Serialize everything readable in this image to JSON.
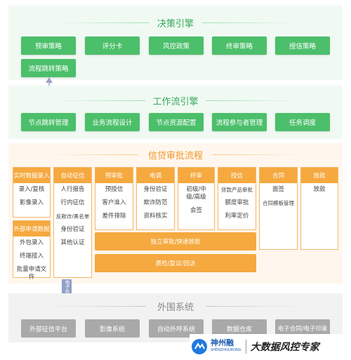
{
  "decision": {
    "title": "决策引擎",
    "items": [
      "预审策略",
      "评分卡",
      "风控政策",
      "终审策略",
      "授信策略",
      "流程跳转策略"
    ]
  },
  "workflow": {
    "title": "工作流引擎",
    "items": [
      "节点跳转管理",
      "业务流程设计",
      "节点资源配置",
      "流程参与者管理",
      "任务调度"
    ]
  },
  "credit": {
    "title": "信贷审批流程",
    "columns": [
      {
        "head": "实时数据录入",
        "items": [
          "录入/复核",
          "影像录入"
        ]
      },
      {
        "head": "外部申请数据",
        "items": [
          "外包录入",
          "终端接入",
          "批量申请文件"
        ]
      },
      {
        "head": "自动征信",
        "items": [
          "人行报告",
          "行内征信",
          "反欺诈/黑名单",
          "身份验证",
          "其他认证"
        ]
      },
      {
        "head": "预审批",
        "items": [
          "预授信",
          "客户准入",
          "差件排除"
        ]
      },
      {
        "head": "电调",
        "items": [
          "身份验证",
          "欺诈防范",
          "资料核实"
        ]
      },
      {
        "head": "终审",
        "items": [
          "初级/中级/高级",
          "会签"
        ]
      },
      {
        "head": "授信",
        "items": [
          "贷款产品审批",
          "额度审批",
          "利率定价"
        ]
      },
      {
        "head": "合同",
        "items": [
          "面签",
          "合同模板管理"
        ]
      },
      {
        "head": "放款",
        "items": [
          "放款"
        ]
      }
    ],
    "bars": [
      "独立审批/快速放款",
      "质检/复议/回访"
    ],
    "arrow_label": "电子化数据对接"
  },
  "external": {
    "title": "外围系统",
    "items": [
      "外部征信平台",
      "影像系统",
      "自动外呼系统",
      "数据仓库",
      "电子合同/电子印章"
    ]
  },
  "brand": {
    "name": "神州融",
    "sub": "SHENZHOURONG",
    "slogan": "大数据风控专家"
  },
  "colors": {
    "green": "#4cbf6b",
    "orange": "#f5a93f",
    "gray": "#a9a9a9",
    "title_green": "#3aa85a",
    "title_orange": "#f0962a"
  }
}
